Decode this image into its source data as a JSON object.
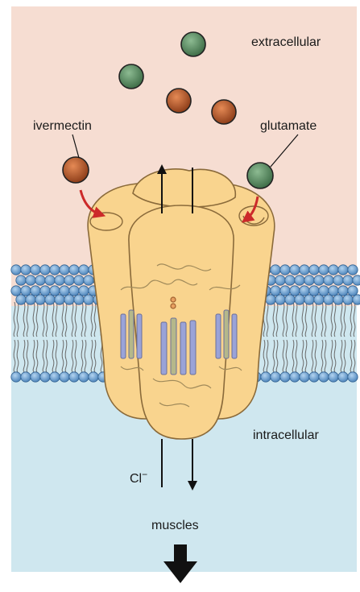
{
  "regions": {
    "extracellular": "extracellular",
    "intracellular": "intracellular"
  },
  "labels": {
    "ivermectin": "ivermectin",
    "glutamate": "glutamate",
    "ion": "Cl",
    "ion_charge": "−",
    "muscles": "muscles"
  },
  "colors": {
    "extracellular_bg": "#f6ddd2",
    "intracellular_bg": "#cfe7ef",
    "channel_fill": "#f9d48e",
    "channel_stroke": "#8a6a3a",
    "ivermectin": "#b8562a",
    "glutamate": "#5f9467",
    "lipid_head": "#7aaedb",
    "binding_arrow": "#cc2a2a",
    "helix": "#9aa3d8"
  }
}
